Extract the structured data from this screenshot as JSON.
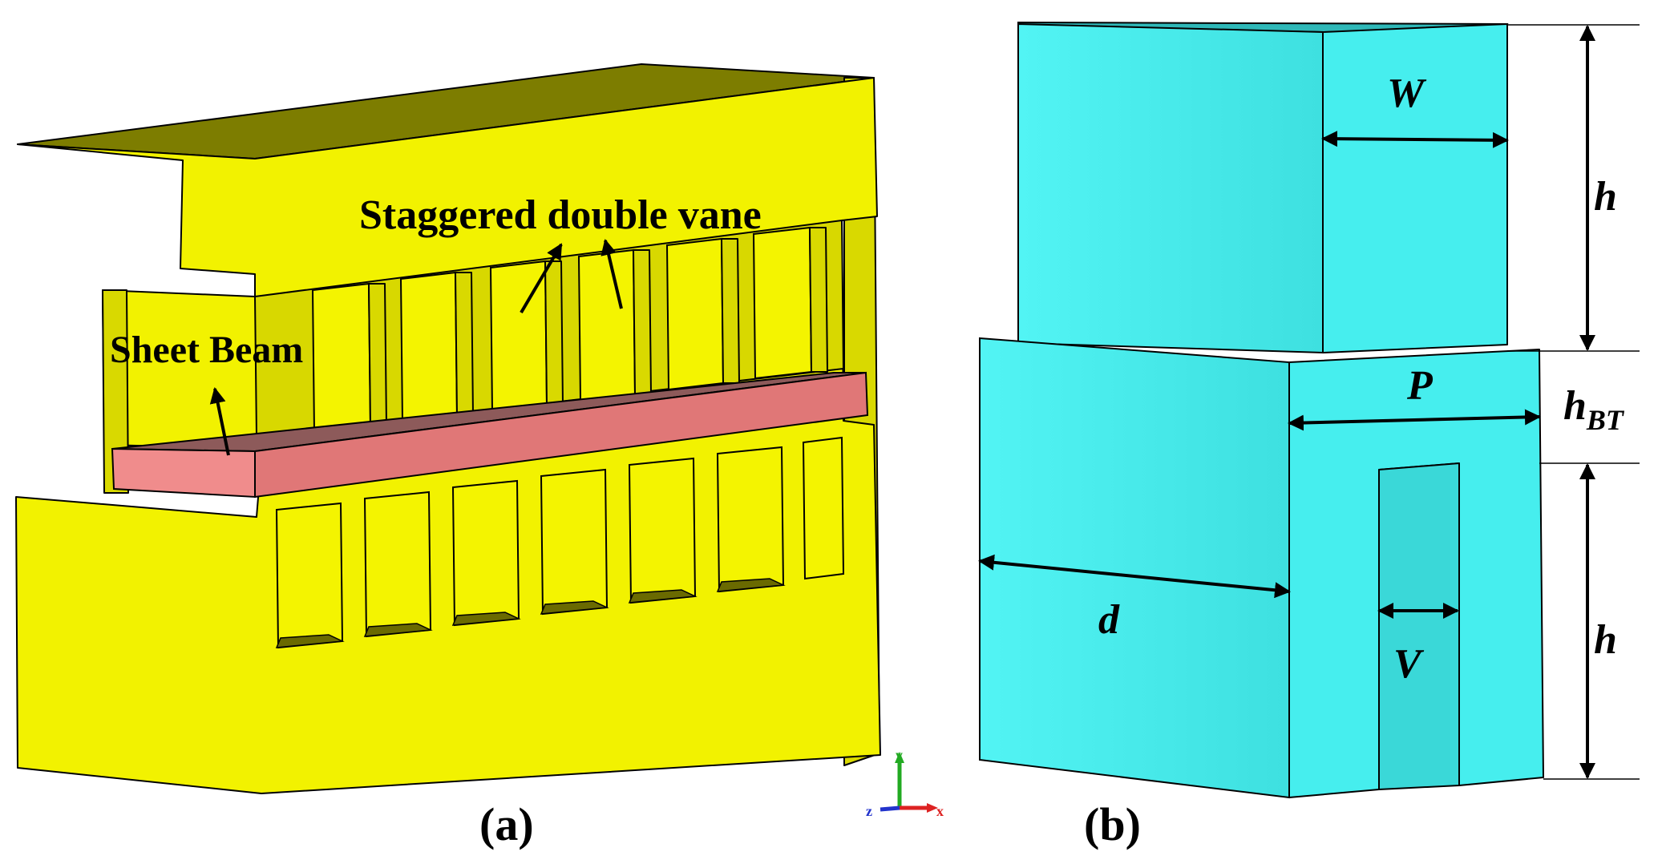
{
  "panel_a": {
    "caption": "(a)",
    "label_vane": "Staggered double vane",
    "label_beam": "Sheet Beam",
    "axis": {
      "x": "x",
      "y": "y",
      "z": "z"
    },
    "colors": {
      "structure": "#f2f200",
      "beam": "#f08c8c"
    }
  },
  "panel_b": {
    "caption": "(b)",
    "dims": {
      "W": "W",
      "h_top": "h",
      "P": "P",
      "hBT_main": "h",
      "hBT_sub": "BT",
      "d": "d",
      "V": "V",
      "h_bottom": "h"
    },
    "colors": {
      "structure": "#46eeee"
    }
  }
}
